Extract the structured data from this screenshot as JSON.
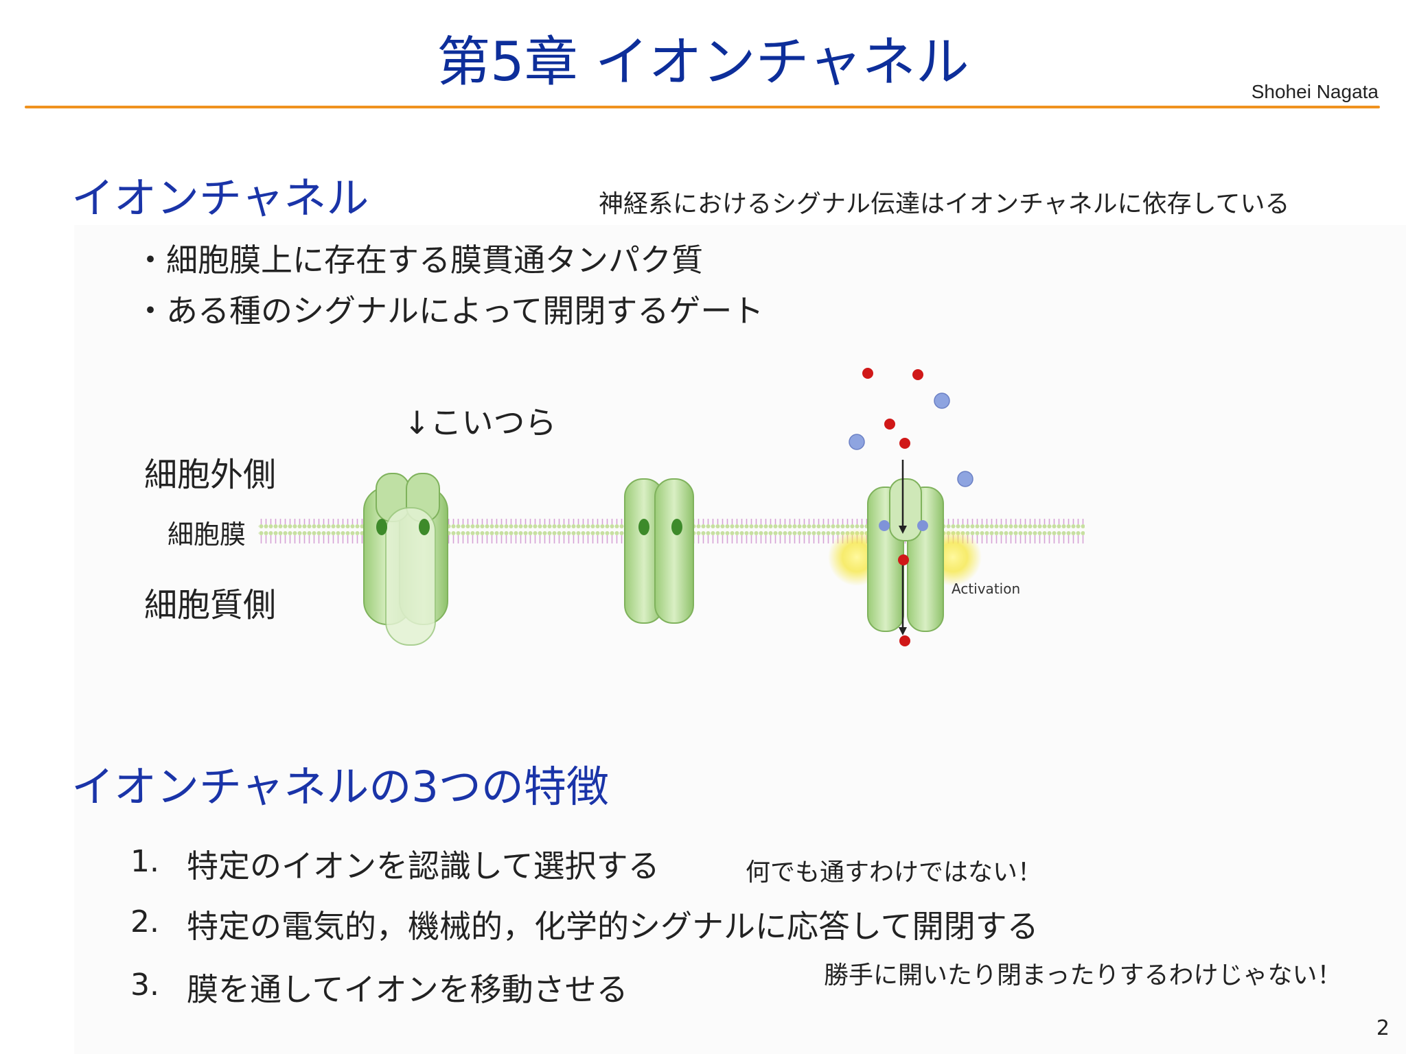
{
  "slide": {
    "title": "第5章 イオンチャネル",
    "author": "Shohei Nagata",
    "page_number": "2",
    "accent_color": "#f0921e",
    "title_color": "#0d2e9a"
  },
  "section1": {
    "heading": "イオンチャネル",
    "note": "神経系におけるシグナル伝達はイオンチャネルに依存している",
    "bullets": [
      "・細胞膜上に存在する膜貫通タンパク質",
      "・ある種のシグナルによって開閉するゲート"
    ]
  },
  "figure": {
    "pointer": "↓こいつら",
    "outside_label": "細胞外側",
    "membrane_label": "細胞膜",
    "inside_label": "細胞質側",
    "activation_label": "Activation"
  },
  "section2": {
    "heading": "イオンチャネルの3つの特徴",
    "items": [
      {
        "num": "1.",
        "text": "特定のイオンを認識して選択する",
        "note": "何でも通すわけではない！"
      },
      {
        "num": "2.",
        "text": "特定の電気的，機械的，化学的シグナルに応答して開閉する",
        "note": ""
      },
      {
        "num": "3.",
        "text": "膜を通してイオンを移動させる",
        "note": "勝手に開いたり閉まったりするわけじゃない！"
      }
    ]
  }
}
